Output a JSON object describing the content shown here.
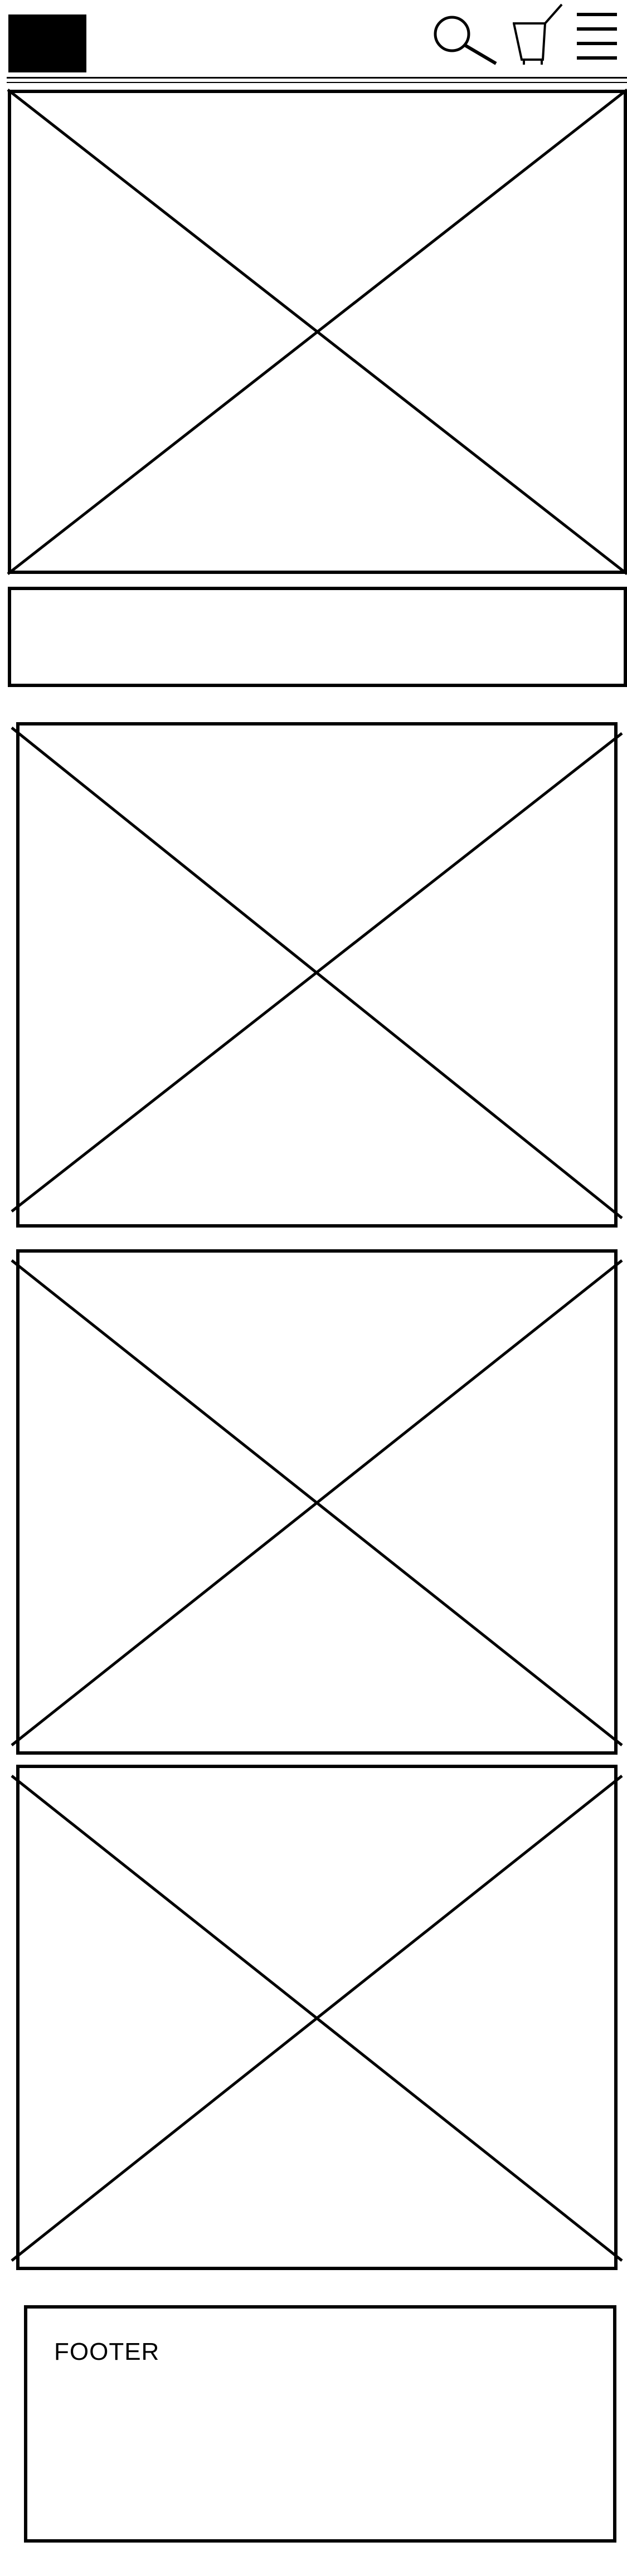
{
  "header": {
    "logo_label": "",
    "icons": {
      "search": "search-icon",
      "cart": "cart-icon",
      "menu": "hamburger-menu-icon"
    }
  },
  "placeholders": {
    "hero": "image-placeholder",
    "text_bar": "text-block-placeholder",
    "cards": [
      "image-placeholder",
      "image-placeholder",
      "image-placeholder"
    ]
  },
  "footer": {
    "label": "FOOTER"
  },
  "colors": {
    "stroke": "#000000",
    "background": "#ffffff"
  }
}
